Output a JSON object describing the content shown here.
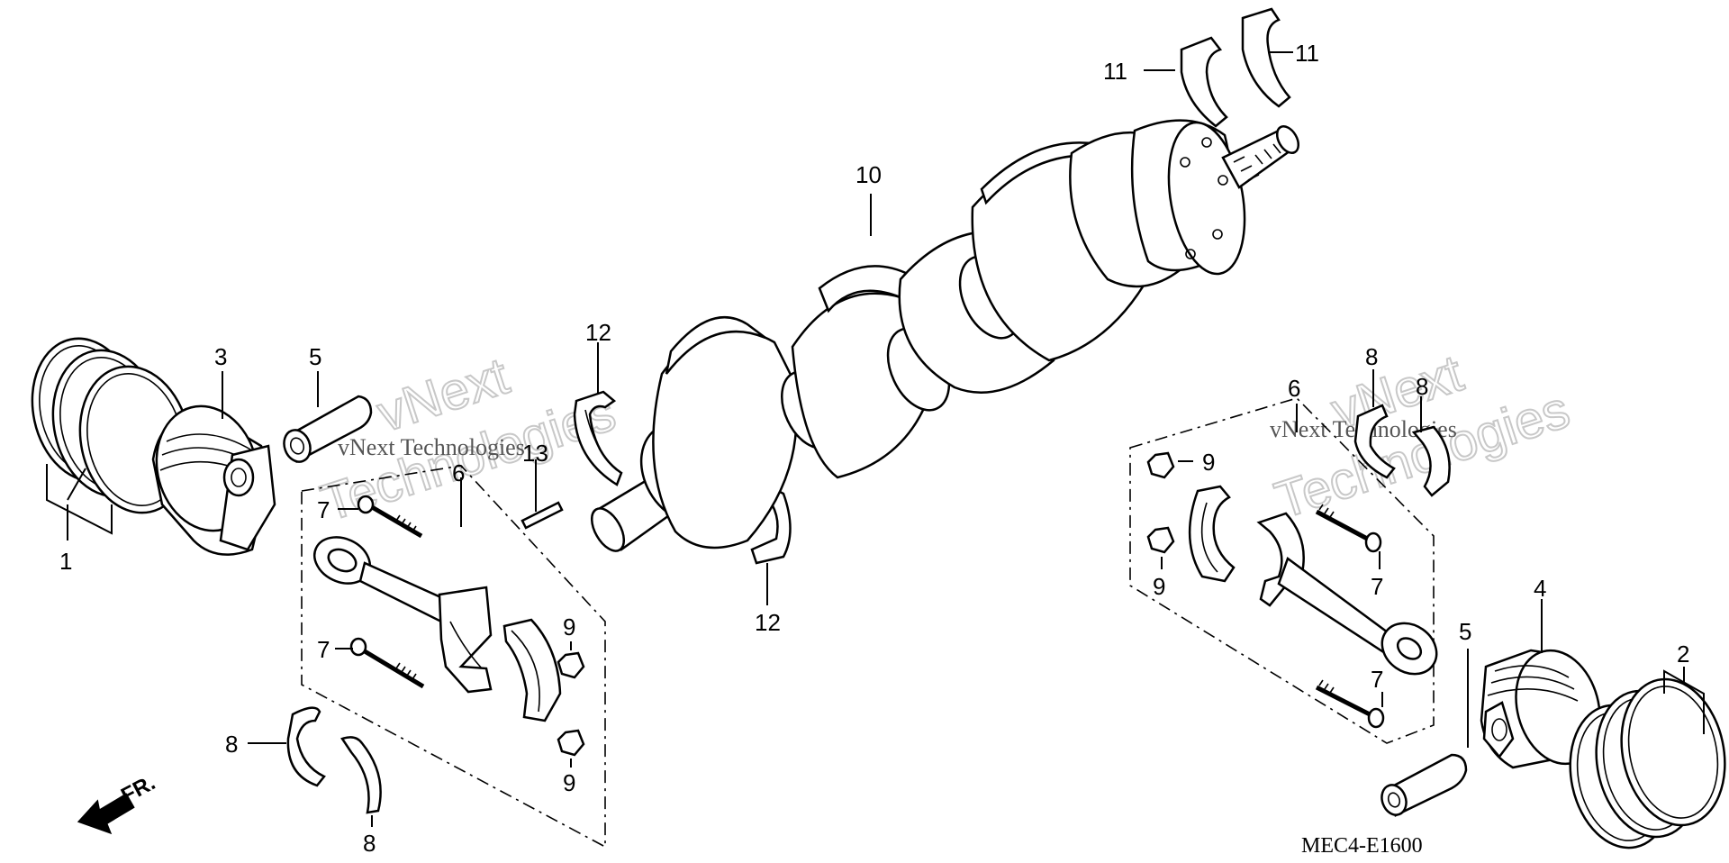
{
  "diagram": {
    "code": "MEC4-E1600",
    "direction_label": "FR.",
    "watermark": {
      "big": "vNext",
      "big2": "Technologies",
      "small": "vNext Technologies"
    },
    "callouts": {
      "c1": "1",
      "c2": "2",
      "c3": "3",
      "c4": "4",
      "c5a": "5",
      "c5b": "5",
      "c6a": "6",
      "c6b": "6",
      "c7a": "7",
      "c7b": "7",
      "c7c": "7",
      "c7d": "7",
      "c8a": "8",
      "c8b": "8",
      "c8c": "8",
      "c8d": "8",
      "c9a": "9",
      "c9b": "9",
      "c9c": "9",
      "c9d": "9",
      "c10": "10",
      "c11a": "11",
      "c11b": "11",
      "c12a": "12",
      "c12b": "12",
      "c13": "13"
    }
  }
}
